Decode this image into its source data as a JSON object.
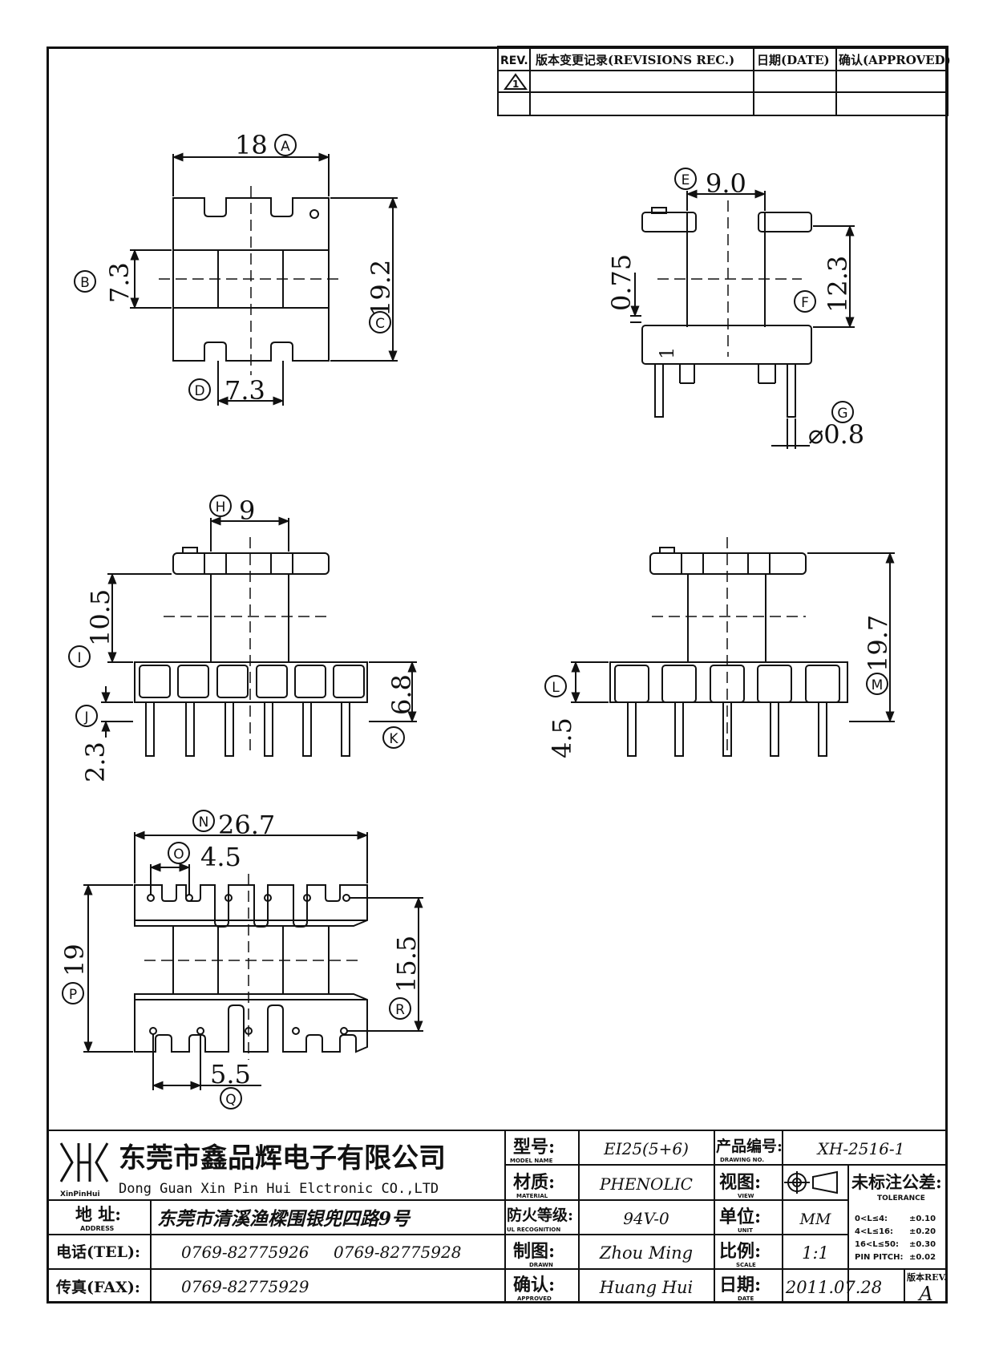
{
  "revisions": {
    "rev_header": "REV.",
    "record_header": "版本变更记录(REVISIONS REC.)",
    "date_header": "日期(DATE)",
    "approved_header": "确认(APPROVED)",
    "rev_symbol": "1"
  },
  "dimensions": {
    "A": {
      "letter": "A",
      "value": "18"
    },
    "B": {
      "letter": "B",
      "value": "7.3"
    },
    "C": {
      "letter": "C",
      "value": "19.2"
    },
    "D": {
      "letter": "D",
      "value": "7.3"
    },
    "E": {
      "letter": "E",
      "value": "9.0"
    },
    "F": {
      "letter": "F",
      "value": "12.3"
    },
    "G": {
      "letter": "G",
      "value": "⌀0.8"
    },
    "H": {
      "letter": "H",
      "value": "9"
    },
    "I": {
      "letter": "I",
      "value": "10.5"
    },
    "J": {
      "letter": "J",
      "value": "2.3"
    },
    "K": {
      "letter": "K",
      "value": "6.8"
    },
    "L": {
      "letter": "L",
      "value": "4.5"
    },
    "M": {
      "letter": "M",
      "value": "19.7"
    },
    "N": {
      "letter": "N",
      "value": "26.7"
    },
    "O": {
      "letter": "O",
      "value": "4.5"
    },
    "P": {
      "letter": "P",
      "value": "19"
    },
    "Q": {
      "letter": "Q",
      "value": "5.5"
    },
    "R": {
      "letter": "R",
      "value": "15.5"
    },
    "side_075": "0.75",
    "side_pin1": "1"
  },
  "title_block": {
    "company_cn": "东莞市鑫品辉电子有限公司",
    "company_en": "Dong Guan Xin Pin Hui Elctronic CO.,LTD",
    "logo_text": "XinPinHui",
    "address_label": "地 址:",
    "address_label_en": "ADDRESS",
    "address_value": "东莞市清溪渔樑围银兜四路9号",
    "tel_label": "电话(TEL):",
    "tel_value_1": "0769-82775926",
    "tel_value_2": "0769-82775928",
    "fax_label": "传真(FAX):",
    "fax_value": "0769-82775929",
    "model_label": "型号:",
    "model_label_en": "MODEL NAME",
    "model_value": "EI25(5+6)",
    "material_label": "材质:",
    "material_label_en": "MATERIAL",
    "material_value": "PHENOLIC",
    "fire_label": "防火等级:",
    "fire_label_en": "UL RECOGNITION",
    "fire_value": "94V-0",
    "drawn_label": "制图:",
    "drawn_label_en": "DRAWN",
    "drawn_value": "Zhou Ming",
    "approved_label": "确认:",
    "approved_label_en": "APPROVED",
    "approved_value": "Huang Hui",
    "drawing_no_label": "产品编号:",
    "drawing_no_label_en": "DRAWING NO.",
    "drawing_no_value": "XH-2516-1",
    "view_label": "视图:",
    "view_label_en": "VIEW",
    "unit_label": "单位:",
    "unit_label_en": "UNIT",
    "unit_value": "MM",
    "scale_label": "比例:",
    "scale_label_en": "SCALE",
    "scale_value": "1:1",
    "date_label": "日期:",
    "date_label_en": "DATE",
    "date_value": "2011.07.28",
    "tolerance_title": "未标注公差:",
    "tolerance_title_en": "TOLERANCE",
    "tolerance_rows": [
      {
        "range": "0<L≤4:",
        "value": "±0.10"
      },
      {
        "range": "4<L≤16:",
        "value": "±0.20"
      },
      {
        "range": "16<L≤50:",
        "value": "±0.30"
      },
      {
        "range": "PIN PITCH:",
        "value": "±0.02"
      }
    ],
    "rev_label": "版本REV.",
    "rev_value": "A"
  }
}
